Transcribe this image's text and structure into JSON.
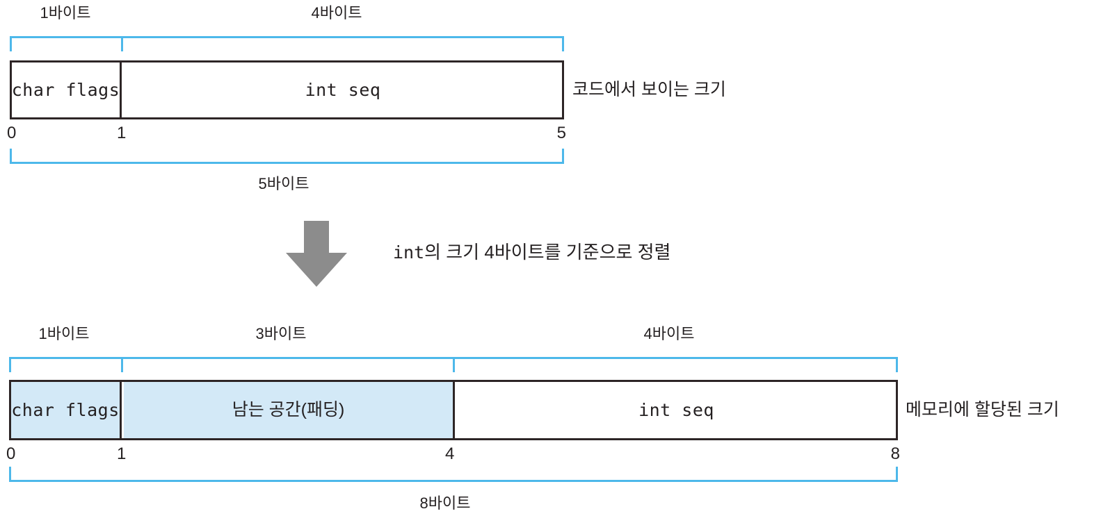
{
  "figure": {
    "title_present": false,
    "colors": {
      "bracket_blue": "#4db8ea",
      "padding_fill": "#d3e9f7",
      "box_stroke": "#2d2526",
      "arrow_gray": "#8c8c8c",
      "text": "#231f20"
    }
  },
  "top_diagram": {
    "name": "code-view-layout",
    "top_segment_labels": [
      {
        "text": "1바이트",
        "span": "0-1"
      },
      {
        "text": "4바이트",
        "span": "1-5"
      }
    ],
    "cells": [
      {
        "text": "char flags",
        "bytes": 1,
        "fill": "white"
      },
      {
        "text": "int seq",
        "bytes": 4,
        "fill": "white"
      }
    ],
    "axis_ticks": [
      "0",
      "1",
      "5"
    ],
    "total_label": "5바이트",
    "side_label": "코드에서 보이는 크기"
  },
  "transition": {
    "arrow_icon": "down-arrow-icon",
    "label_prefix": "int",
    "label_rest": "의 크기 4바이트를 기준으로 정렬",
    "label_full": "int의 크기 4바이트를 기준으로 정렬"
  },
  "bottom_diagram": {
    "name": "memory-allocated-layout",
    "top_segment_labels": [
      {
        "text": "1바이트",
        "span": "0-1"
      },
      {
        "text": "3바이트",
        "span": "1-4"
      },
      {
        "text": "4바이트",
        "span": "4-8"
      }
    ],
    "cells": [
      {
        "text": "char flags",
        "bytes": 1,
        "fill": "blue"
      },
      {
        "text": "남는 공간(패딩)",
        "bytes": 3,
        "fill": "blue"
      },
      {
        "text": "int seq",
        "bytes": 4,
        "fill": "white"
      }
    ],
    "axis_ticks": [
      "0",
      "1",
      "4",
      "8"
    ],
    "total_label": "8바이트",
    "side_label": "메모리에 할당된 크기"
  }
}
